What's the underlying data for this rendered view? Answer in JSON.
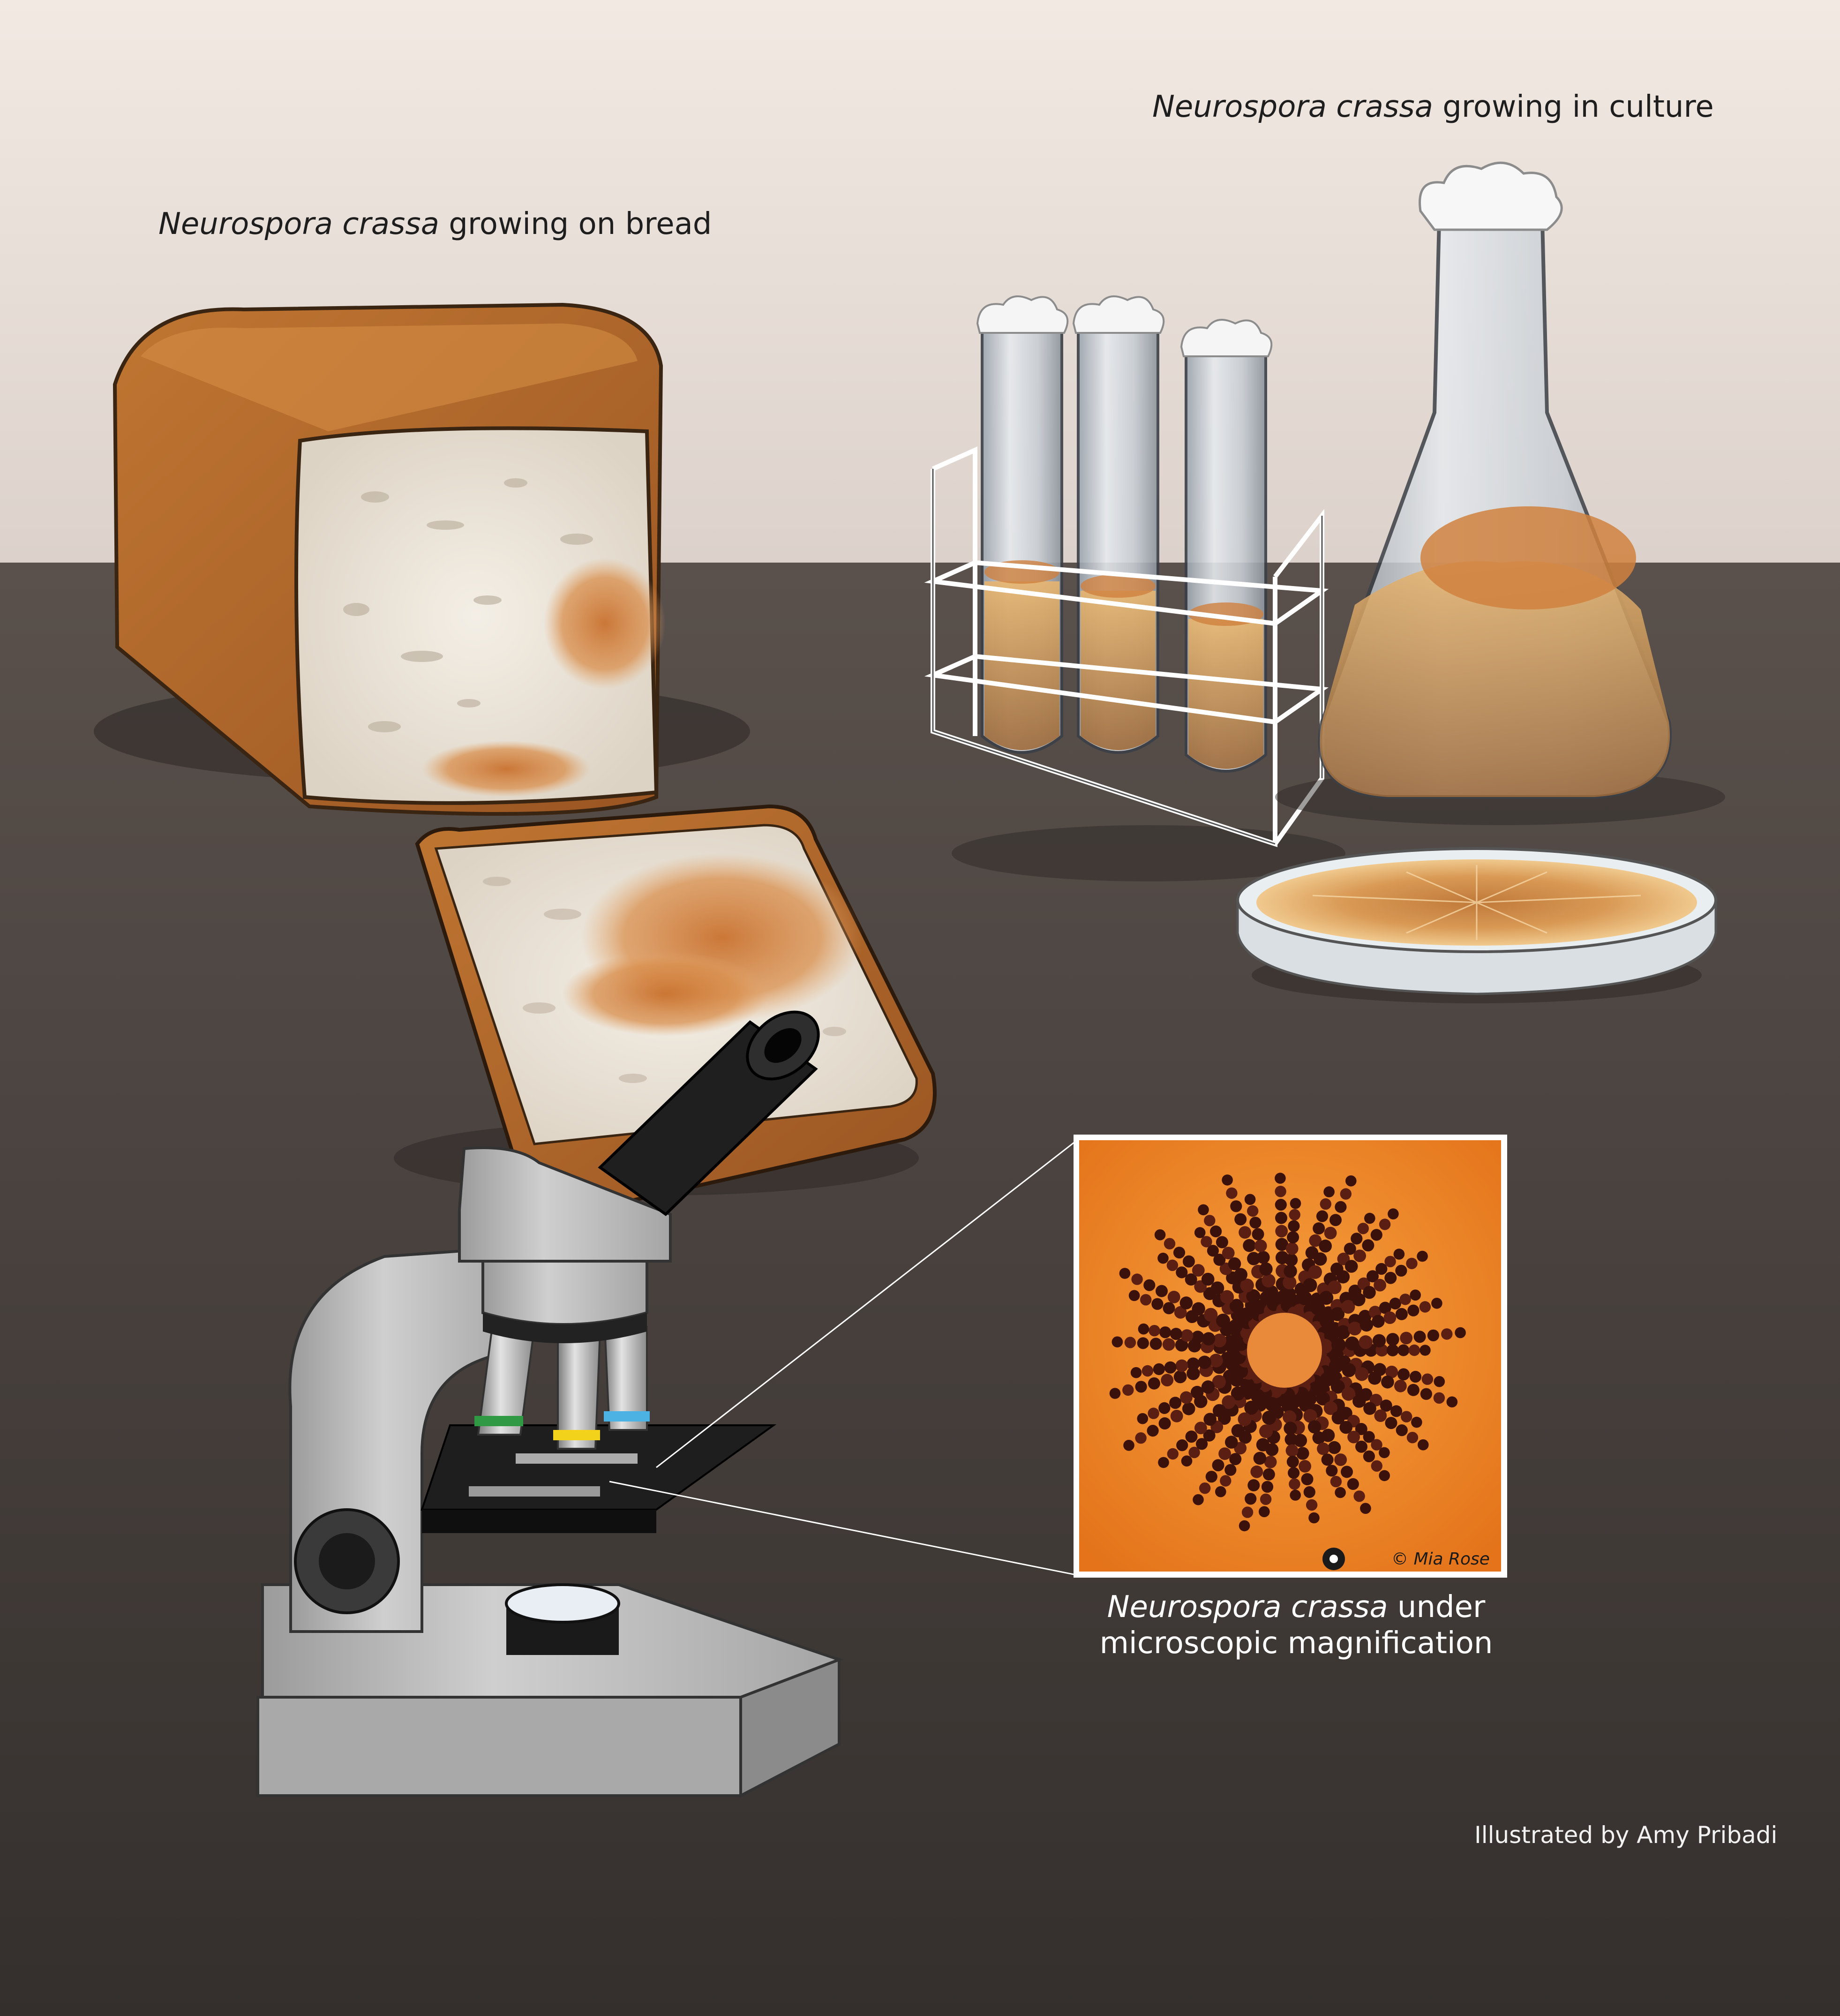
{
  "captions": {
    "bread": {
      "species": "Neurospora crassa",
      "rest": " growing on bread"
    },
    "culture": {
      "species": "Neurospora crassa",
      "rest": " growing in culture"
    },
    "microscope": {
      "species": "Neurospora crassa",
      "rest": " under microscopic magnification"
    }
  },
  "photo_credit": "© Mia Rose",
  "illustrator_credit": "Illustrated by Amy Pribadi",
  "colors": {
    "wall_top": "#f2e9e3",
    "wall_bottom": "#dcd2cb",
    "table_top": "#5a514c",
    "table_bottom": "#342f2d",
    "crust": "#b5692a",
    "crumb": "#efe8dc",
    "mold_orange": "#d58a45",
    "micro_bg": "#f08a22",
    "microscope_gray": "#b8b8b8"
  },
  "icons": [
    "bread-loaf-icon",
    "bread-slice-icon",
    "test-tube-rack-icon",
    "erlenmeyer-flask-icon",
    "petri-dish-icon",
    "microscope-icon",
    "micrograph-icon"
  ]
}
